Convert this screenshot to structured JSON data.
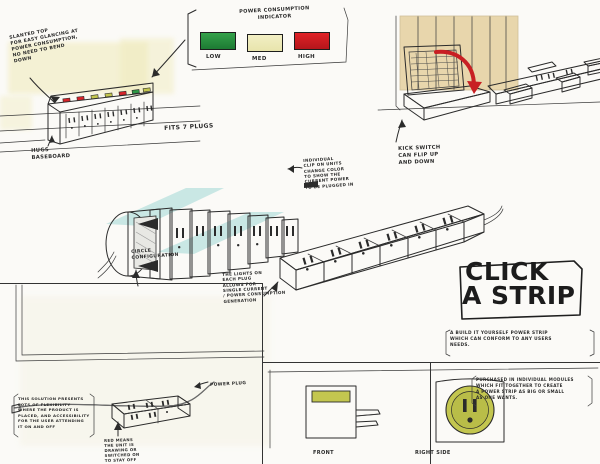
{
  "sheet": {
    "title": "Click A Strip — product design sketch sheet",
    "paper_color": "#fbfaf7",
    "ink_color": "#2b2b2b"
  },
  "legend": {
    "title": "POWER CONSUMPTION\nINDICATOR",
    "items": [
      {
        "label": "LOW",
        "color": "#2e9a45"
      },
      {
        "label": "MED",
        "color": "#ecE8b4"
      },
      {
        "label": "HIGH",
        "color": "#d6242a"
      }
    ]
  },
  "annotations": {
    "baseboard_note": "SLANTED TOP\nFOR EASY GLANCING AT\nPOWER CONSUMPTION,\nNO NEED TO BEND\nDOWN",
    "fits_plugs": "FITS 7 PLUGS",
    "hugs_baseboard": "HUGS\nBASEBOARD",
    "kick_switch": "KICK SWITCH\nCAN FLIP UP\nAND DOWN",
    "circle_config": "CIRCLE\nCONFIGURATION",
    "module_note": "INDIVIDUAL\nCLIP ON UNITS\nCHANGE COLOR\nTO SHOW THE\nCURRENT POWER\nTO BE PLUGGED IN",
    "lights_note": "THE LIGHTS ON\nEACH PLUG\nALLOWS FOR\nSINGLE CURRENT\n/ POWER CONSUMPTION\nGENERATION",
    "logo": {
      "line1": "CLICK",
      "line2": "A STRIP"
    },
    "tagline": "A BUILD IT YOURSELF POWER STRIP\nWHICH CAN CONFORM TO ANY USERS\nNEEDS.",
    "modules_note": "PURCHASED IN INDIVIDUAL MODULES\nWHICH FIT TOGETHER TO CREATE\nA POWER STRIP AS BIG OR SMALL\nAS ONE WANTS.",
    "flexibility_note": "THIS SOLUTION PRESENTS\nLOTS OF FLEXIBILITY\nWHERE THE PRODUCT IS\nPLACED, AND ACCESSIBILITY\nFOR THE USER ATTENDING\nIT ON AND OFF",
    "power_plug": "POWER PLUG",
    "red_means": "RED MEANS\nTHE UNIT IS\nDRAWING OR\nSWITCHED ON\nTO STAY OFF",
    "view_front": "FRONT",
    "view_right": "RIGHT SIDE"
  },
  "colors": {
    "green_module": "#c3c64f",
    "red_module": "#d6242a",
    "white_module": "#f6f6f2",
    "wood_wall": "#e8d6ac",
    "teal_plane": "#bfe3e0",
    "paper_tint": "#efeab9"
  }
}
